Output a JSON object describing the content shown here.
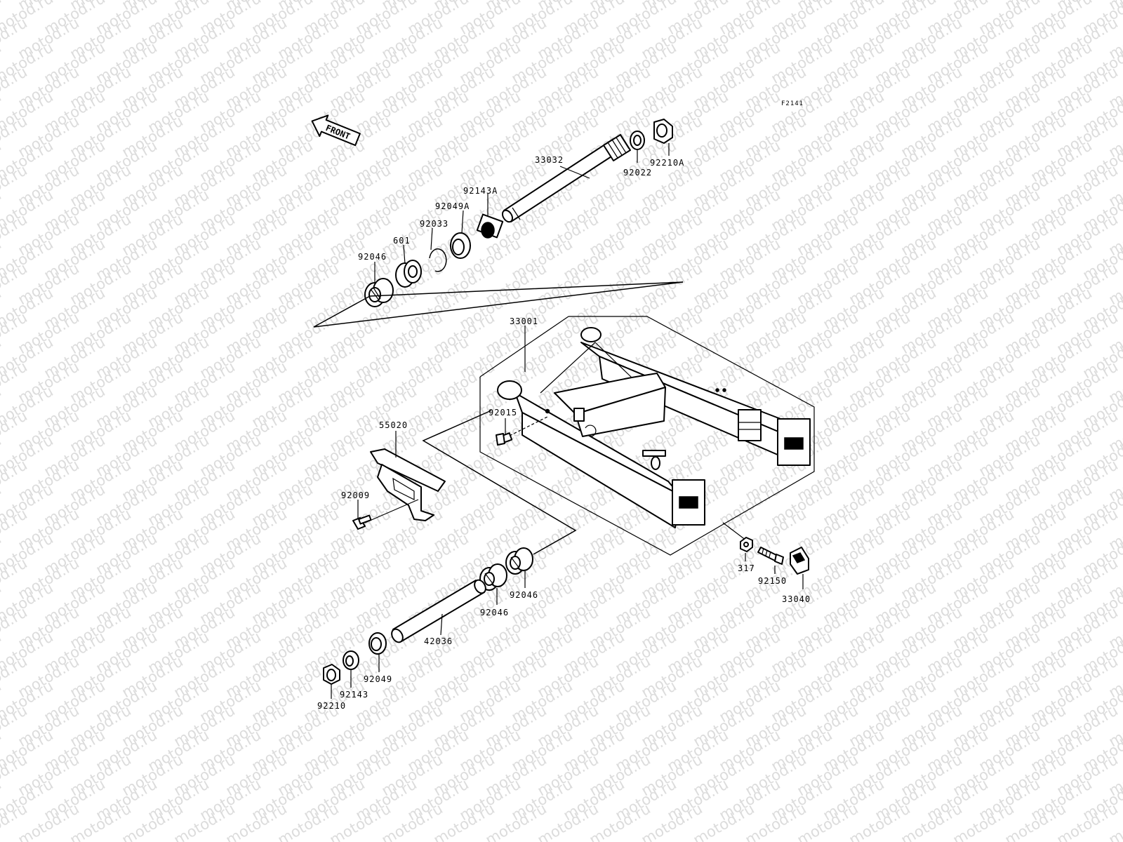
{
  "figure_code": "F2141",
  "front_arrow_label": "FRONT",
  "watermark_text": "motod.ru",
  "parts": [
    {
      "id": "p33032",
      "number": "33032"
    },
    {
      "id": "p92022",
      "number": "92022"
    },
    {
      "id": "p92210A",
      "number": "92210A"
    },
    {
      "id": "p92143A",
      "number": "92143A"
    },
    {
      "id": "p92049A",
      "number": "92049A"
    },
    {
      "id": "p92033",
      "number": "92033"
    },
    {
      "id": "p601",
      "number": "601"
    },
    {
      "id": "p92046a",
      "number": "92046"
    },
    {
      "id": "p33001",
      "number": "33001"
    },
    {
      "id": "p92015",
      "number": "92015"
    },
    {
      "id": "p55020",
      "number": "55020"
    },
    {
      "id": "p92009",
      "number": "92009"
    },
    {
      "id": "p317",
      "number": "317"
    },
    {
      "id": "p92150",
      "number": "92150"
    },
    {
      "id": "p33040",
      "number": "33040"
    },
    {
      "id": "p92046b",
      "number": "92046"
    },
    {
      "id": "p92046c",
      "number": "92046"
    },
    {
      "id": "p42036",
      "number": "42036"
    },
    {
      "id": "p92049",
      "number": "92049"
    },
    {
      "id": "p92143",
      "number": "92143"
    },
    {
      "id": "p92210",
      "number": "92210"
    }
  ],
  "colors": {
    "ink": "#000000",
    "background": "#ffffff",
    "watermark": "#dcdcdc"
  }
}
